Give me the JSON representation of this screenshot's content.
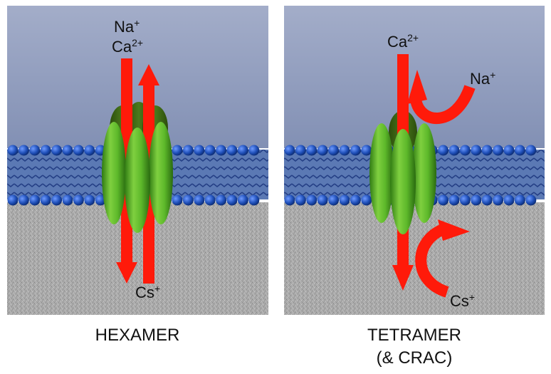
{
  "panels": [
    {
      "caption_lines": [
        "HEXAMER"
      ],
      "ions_top": [
        {
          "base": "Na",
          "charge": "+"
        },
        {
          "base": "Ca",
          "charge": "2+"
        }
      ],
      "ions_bottom": [
        {
          "base": "Cs",
          "charge": "+"
        }
      ]
    },
    {
      "caption_lines": [
        "TETRAMER",
        "(& CRAC)"
      ],
      "ions_top": [
        {
          "base": "Ca",
          "charge": "2+"
        },
        {
          "base": "Na",
          "charge": "+"
        }
      ],
      "ions_bottom": [
        {
          "base": "Cs",
          "charge": "+"
        }
      ]
    }
  ],
  "colors": {
    "arrow": "#ff1a0a",
    "lipid_head": "#1f4fb8",
    "membrane_core": "#34508c",
    "protein": "#5db82a",
    "solution_top": "#8a96b8",
    "cytoplasm": "#a9a9a9"
  }
}
